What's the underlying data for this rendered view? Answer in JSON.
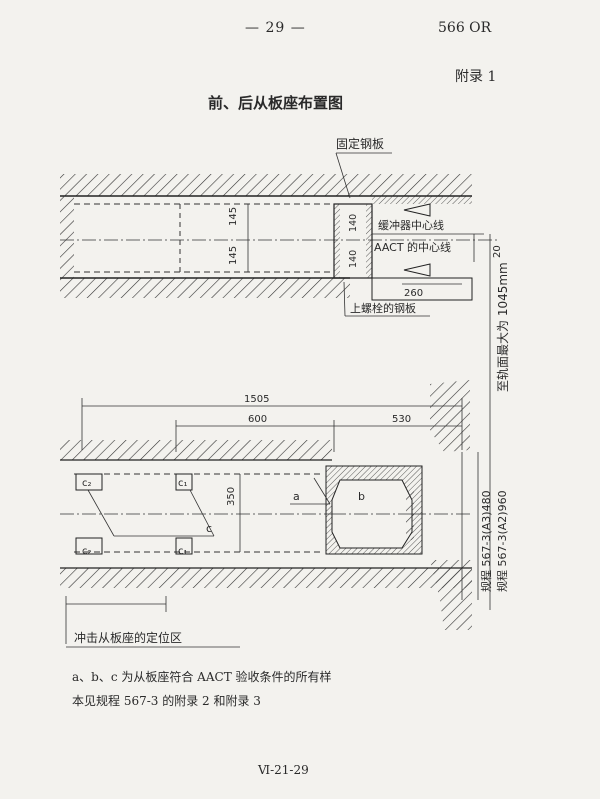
{
  "header": {
    "page_number": "— 29 —",
    "doc_code": "566 OR"
  },
  "appendix_label": "附录 1",
  "title": "前、后从板座布置图",
  "top_view": {
    "fixed_plate": "固定钢板",
    "buffer_centerline": "缓冲器中心线",
    "aact_centerline": "AACT 的中心线",
    "bolt_plate": "上螺栓的钢板",
    "dim_145_top": "145",
    "dim_145_bottom": "145",
    "dim_140_top": "140",
    "dim_140_bottom": "140",
    "dim_20": "20",
    "dim_260": "260",
    "rail_height": "至轨面最大为 1045mm"
  },
  "bottom_view": {
    "dim_1505": "1505",
    "dim_600": "600",
    "dim_530": "530",
    "dim_350": "350",
    "label_c2_top": "c₂",
    "label_c1_top": "c₁",
    "label_c2_bottom": "c₂",
    "label_c1_bottom": "c₁",
    "label_a": "a",
    "label_b": "b",
    "label_c": "c",
    "spec_a3": "规程 567-3(A3)480",
    "spec_a2": "规程 567-3(A2)960",
    "impact_zone": "冲击从板座的定位区"
  },
  "footnote": {
    "line1": "a、b、c 为从板座符合 AACT 验收条件的所有样",
    "line2": "本见规程 567-3 的附录 2 和附录 3"
  },
  "footer": {
    "page_code": "Ⅵ-21-29"
  }
}
